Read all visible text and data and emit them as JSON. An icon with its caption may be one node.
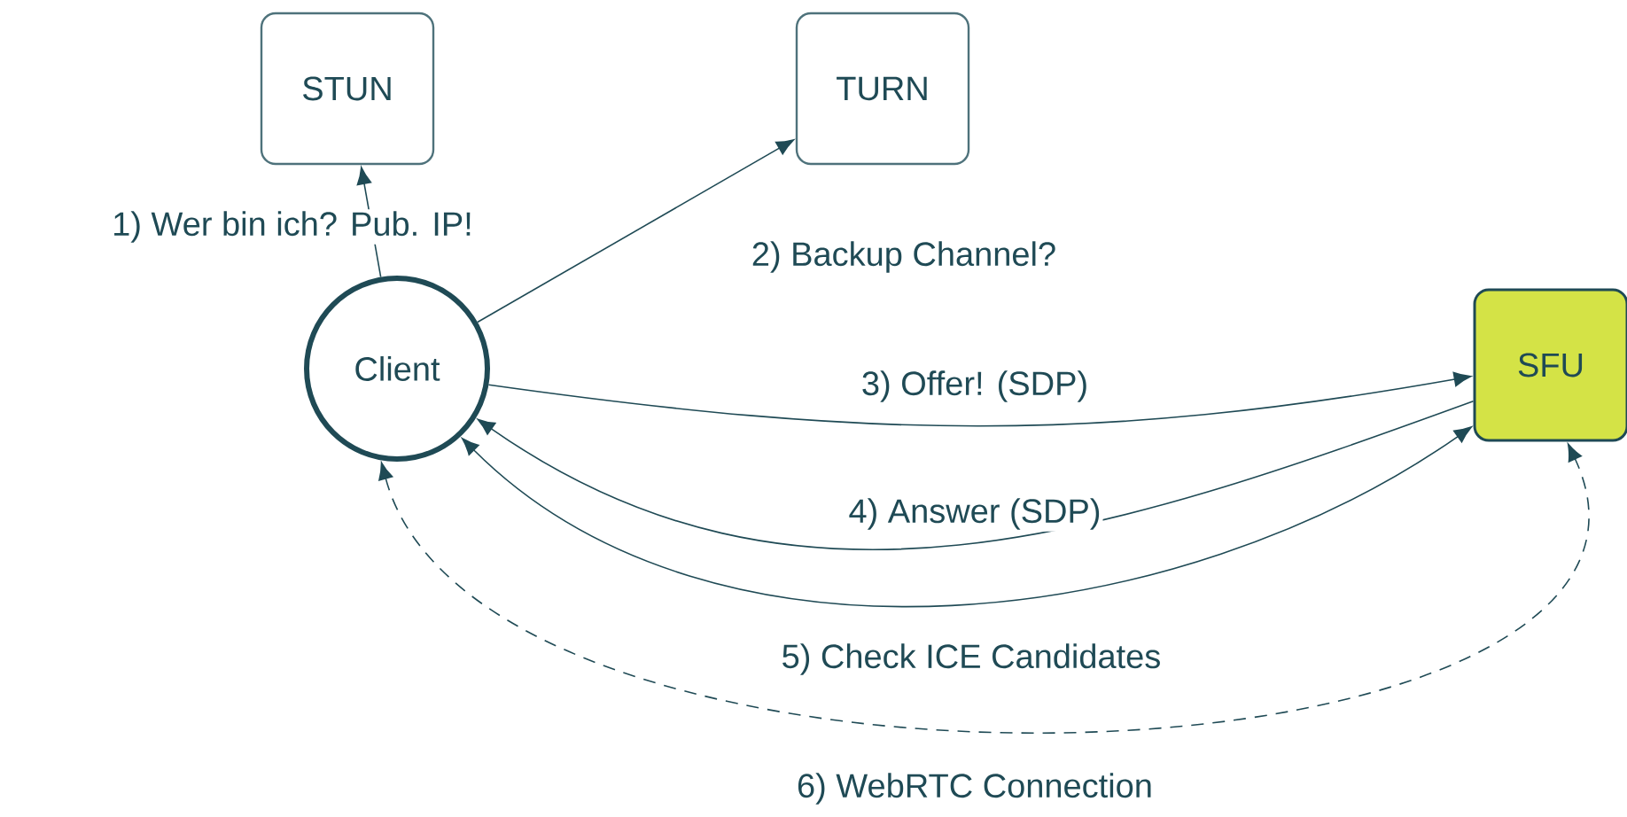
{
  "diagram": {
    "nodes": [
      {
        "text": [
          "STUN"
        ]
      },
      {
        "text": [
          "TURN"
        ]
      },
      {
        "text": [
          "Client"
        ]
      },
      {
        "text": [
          "SFU"
        ]
      }
    ],
    "edges": [
      {
        "from": 2,
        "to": 0,
        "arrow": "to",
        "label": "1) Wer bin ich? Pub. IP!"
      },
      {
        "from": 2,
        "to": 1,
        "arrow": "to",
        "label": "2) Backup Channel?"
      },
      {
        "from": 2,
        "to": 3,
        "arrow": "to",
        "label": "3) Offer! (SDP)"
      },
      {
        "from": 3,
        "to": 2,
        "arrow": "to",
        "label": "4) Answer (SDP)"
      },
      {
        "from": 3,
        "to": 2,
        "arrow": "both",
        "label": "5) Check ICE Candidates"
      },
      {
        "from": 2,
        "to": 3,
        "arrow": "both",
        "style": "dashed",
        "label": "6) WebRTC Connection"
      }
    ]
  }
}
